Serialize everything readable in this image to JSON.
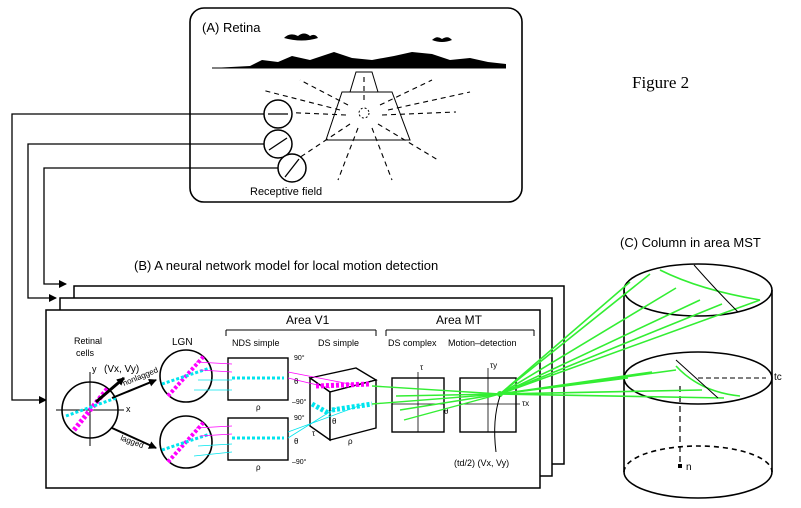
{
  "figure_label": "Figure 2",
  "retina": {
    "title": "(A) Retina",
    "receptive_field_label": "Receptive field"
  },
  "network": {
    "title": "(B) A neural network model for local motion detection",
    "retinal_cells_label_1": "Retinal",
    "retinal_cells_label_2": "cells",
    "velocity_label": "(Vx, Vy)",
    "x_axis": "x",
    "y_axis": "y",
    "nonlagged": "nonlagged",
    "lagged": "lagged",
    "lgn": "LGN",
    "area_v1": "Area V1",
    "nds_simple": "NDS simple",
    "ds_simple": "DS simple",
    "area_mt": "Area MT",
    "ds_complex": "DS complex",
    "motion_detection": "Motion–detection",
    "angle_90": "90°",
    "angle_m90": "–90°",
    "theta": "θ",
    "rho": "ρ",
    "tau": "τ",
    "tau_x": "τx",
    "tau_y": "τy",
    "bottom_formula": "(td/2) (Vx, Vy)"
  },
  "mst": {
    "title": "(C) Column in area MST",
    "tc": "tc",
    "n": "n"
  },
  "colors": {
    "magenta": "#ff00ff",
    "cyan": "#00e5ee",
    "green": "#33ee33",
    "black": "#000000"
  }
}
